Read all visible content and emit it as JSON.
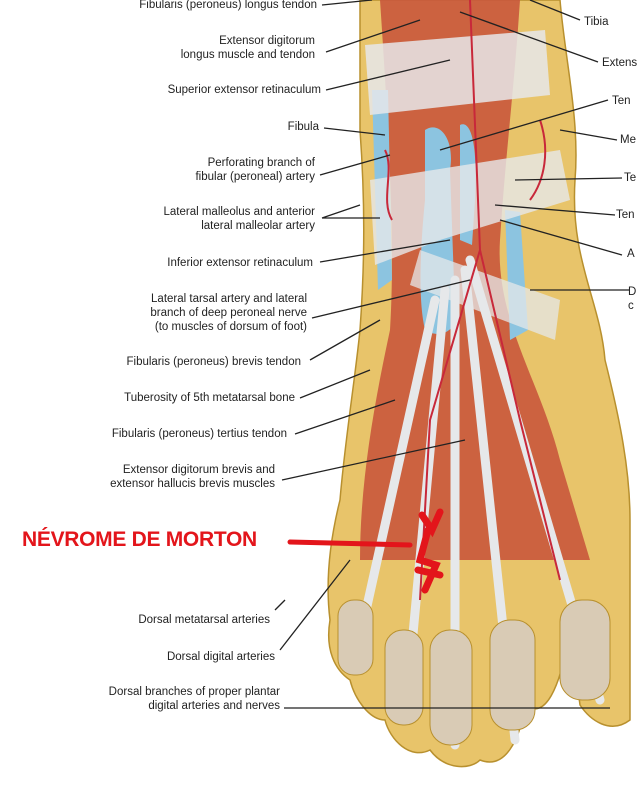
{
  "left_labels": [
    {
      "lines": [
        "Fibularis (peroneus) longus tendon"
      ]
    },
    {
      "lines": [
        "Extensor digitorum",
        "longus muscle and tendon"
      ]
    },
    {
      "lines": [
        "Superior extensor retinaculum"
      ]
    },
    {
      "lines": [
        "Fibula"
      ]
    },
    {
      "lines": [
        "Perforating branch of",
        "fibular (peroneal) artery"
      ]
    },
    {
      "lines": [
        "Lateral malleolus and anterior",
        "lateral malleolar artery"
      ]
    },
    {
      "lines": [
        "Inferior extensor retinaculum"
      ]
    },
    {
      "lines": [
        "Lateral tarsal artery and lateral",
        "branch of deep peroneal nerve",
        "(to muscles of dorsum of foot)"
      ]
    },
    {
      "lines": [
        "Fibularis (peroneus) brevis tendon"
      ]
    },
    {
      "lines": [
        "Tuberosity of 5th metatarsal bone"
      ]
    },
    {
      "lines": [
        "Fibularis (peroneus) tertius tendon"
      ]
    },
    {
      "lines": [
        "Extensor digitorum brevis and",
        "extensor hallucis brevis muscles"
      ]
    },
    {
      "lines": [
        "Dorsal metatarsal arteries"
      ]
    },
    {
      "lines": [
        "Dorsal digital arteries"
      ]
    },
    {
      "lines": [
        "Dorsal branches of proper plantar",
        "digital arteries and nerves"
      ]
    }
  ],
  "right_labels": [
    {
      "lines": [
        "Tibia"
      ]
    },
    {
      "lines": [
        "Extens"
      ]
    },
    {
      "lines": [
        "Ten"
      ]
    },
    {
      "lines": [
        "Me"
      ]
    },
    {
      "lines": [
        "Te"
      ]
    },
    {
      "lines": [
        "Ten"
      ]
    },
    {
      "lines": [
        "A"
      ]
    },
    {
      "lines": [
        "D",
        "c"
      ]
    }
  ],
  "annotation": {
    "text": "NÉVROME DE MORTON",
    "color": "#e3151b"
  },
  "colors": {
    "skin": "#e8c46a",
    "muscle": "#c9583c",
    "tendon": "#e6e8ea",
    "vein": "#8cc4e0",
    "artery": "#c8283a"
  }
}
